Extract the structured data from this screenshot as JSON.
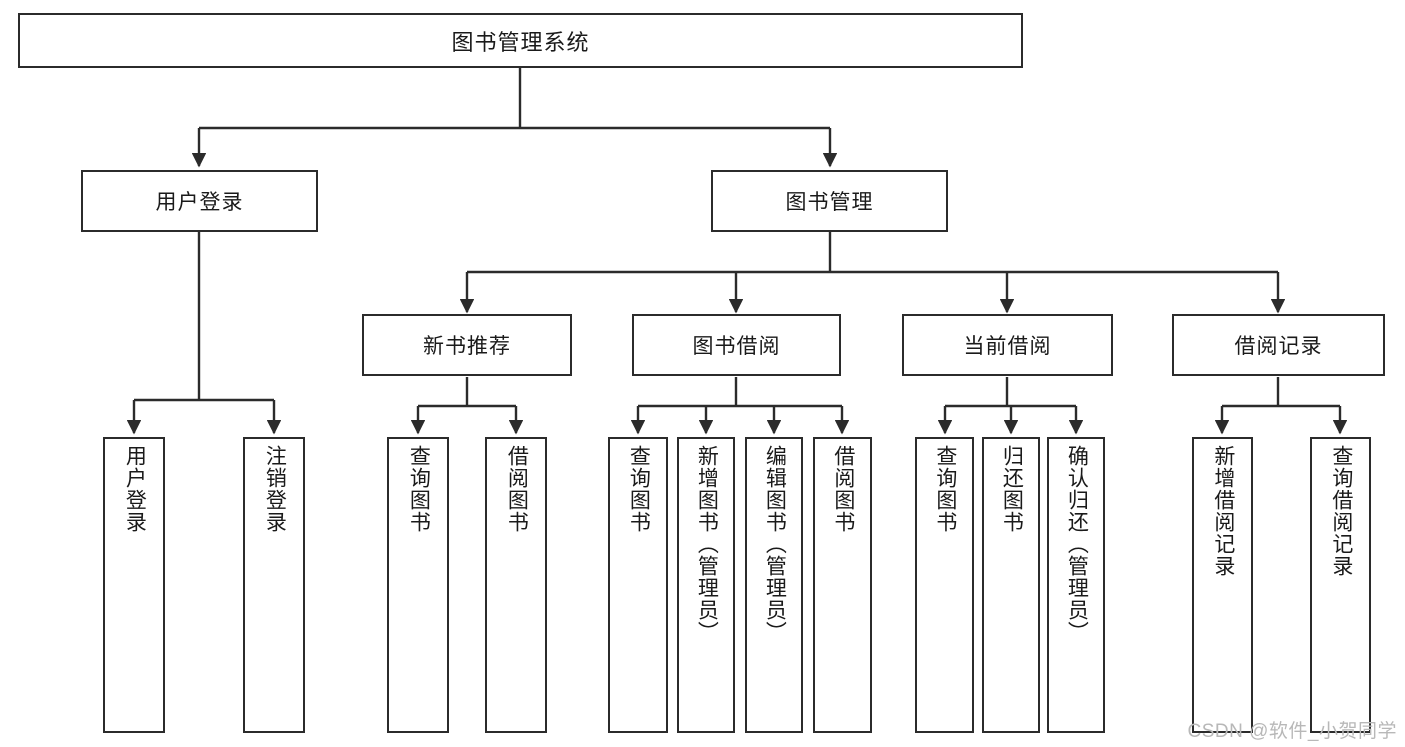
{
  "diagram": {
    "title": "图书管理系统",
    "type": "tree-hierarchy-diagram",
    "colors": {
      "box_border": "#2b2b2b",
      "box_fill": "#ffffff",
      "edge": "#2b2b2b",
      "text": "#1a1a1a",
      "watermark": "#b8b8b8"
    },
    "root": {
      "label": "图书管理系统"
    },
    "level2": [
      {
        "label": "用户登录"
      },
      {
        "label": "图书管理"
      }
    ],
    "level3": [
      {
        "label": "新书推荐"
      },
      {
        "label": "图书借阅"
      },
      {
        "label": "当前借阅"
      },
      {
        "label": "借阅记录"
      }
    ],
    "leaves": {
      "user_login": [
        {
          "label": "用户登录"
        },
        {
          "label": "注销登录"
        }
      ],
      "new_book_recommend": [
        {
          "label": "查询图书"
        },
        {
          "label": "借阅图书"
        }
      ],
      "book_borrow": [
        {
          "label": "查询图书"
        },
        {
          "label": "新增图书（管理员）"
        },
        {
          "label": "编辑图书（管理员）"
        },
        {
          "label": "借阅图书"
        }
      ],
      "current_borrow": [
        {
          "label": "查询图书"
        },
        {
          "label": "归还图书"
        },
        {
          "label": "确认归还（管理员）"
        }
      ],
      "borrow_record": [
        {
          "label": "新增借阅记录"
        },
        {
          "label": "查询借阅记录"
        }
      ]
    }
  },
  "watermark": {
    "text": "CSDN @软件_小贺同学"
  }
}
